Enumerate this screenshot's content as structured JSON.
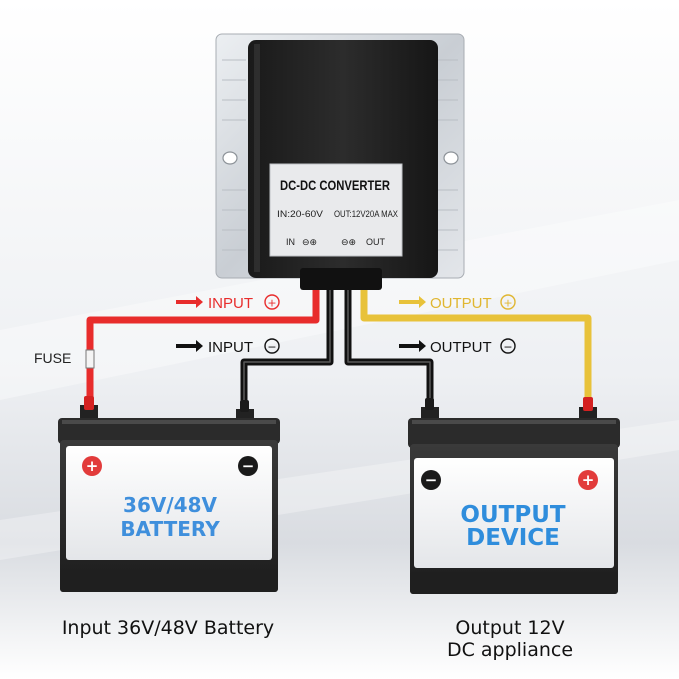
{
  "converter": {
    "title": "DC-DC CONVERTER",
    "input_spec": "IN:20-60V",
    "output_spec": "OUT:12V20A MAX",
    "in_label": "IN",
    "out_label": "OUT",
    "in_terminals": "⊖⊕",
    "out_terminals": "⊖⊕"
  },
  "wires": {
    "input_pos": {
      "text": "INPUT",
      "sign": "+",
      "color": "#e82c2c"
    },
    "input_neg": {
      "text": "INPUT",
      "sign": "−",
      "color": "#111111"
    },
    "output_pos": {
      "text": "OUTPUT",
      "sign": "+",
      "color": "#e8c23a"
    },
    "output_neg": {
      "text": "OUTPUT",
      "sign": "−",
      "color": "#111111"
    },
    "fuse": "FUSE"
  },
  "battery": {
    "label_line1": "36V/48V",
    "label_line2": "BATTERY",
    "label_color": "#3f8fdc",
    "pos_symbol": "+",
    "neg_symbol": "−"
  },
  "device": {
    "label_line1": "OUTPUT",
    "label_line2": "DEVICE",
    "label_color": "#2f8ddc",
    "pos_symbol": "+",
    "neg_symbol": "−"
  },
  "captions": {
    "left": "Input 36V/48V Battery",
    "right_line1": "Output 12V",
    "right_line2": "DC appliance"
  },
  "colors": {
    "red_wire": "#e82c2c",
    "yellow_wire": "#e8c23a",
    "black_wire": "#111111"
  }
}
